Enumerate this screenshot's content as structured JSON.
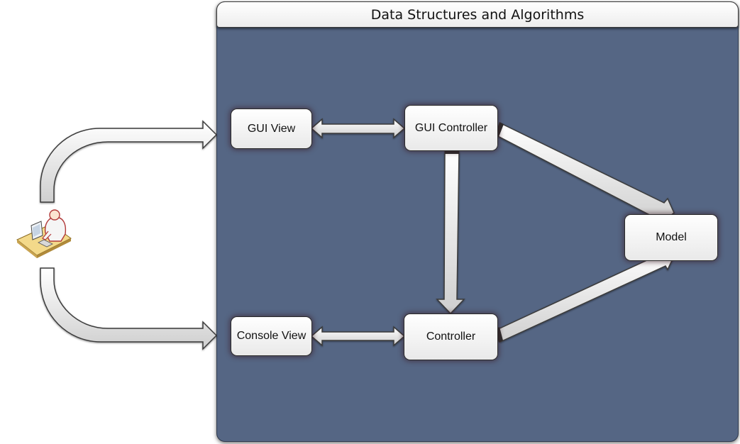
{
  "title": "Data Structures and Algorithms",
  "nodes": {
    "gui_view": "GUI View",
    "gui_controller": "GUI Controller",
    "console_view": "Console View",
    "controller": "Controller",
    "model": "Model"
  },
  "icons": {
    "user": "user-at-computer-icon"
  },
  "colors": {
    "panel": "#556684",
    "arrow_fill": "#e6e6e6",
    "arrow_stroke": "#3a3a3a",
    "box_fill": "#f6f6f6"
  }
}
